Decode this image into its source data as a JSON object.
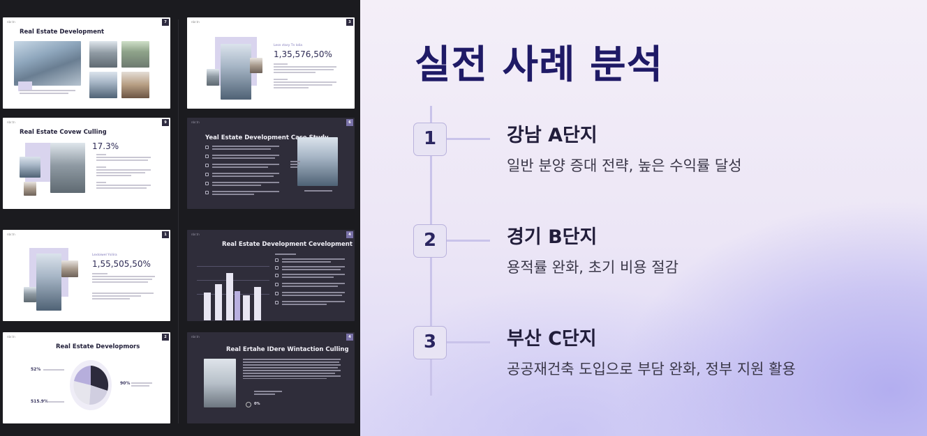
{
  "slides": [
    {
      "title": "Real Estate Development",
      "number": "7"
    },
    {
      "number": "3",
      "stat_label": "Lesn ctary Tn lolia",
      "stat": "1,35,576,50%"
    },
    {
      "title": "Real Estate Covew Culling",
      "number": "9",
      "stat": "17.3%"
    },
    {
      "title": "Yeal Estate Development Case Study",
      "number": "6"
    },
    {
      "number": "1",
      "stat_label": "Lexloiwel Ysilira",
      "stat": "1,55,505,50%"
    },
    {
      "title": "Real Estate Development Cevelopment",
      "number": "4"
    },
    {
      "title": "Real Estate Developmors",
      "number": "2",
      "pct1": "52%",
      "pct2": "90%",
      "pct3": "515.9%"
    },
    {
      "title": "Real Ertahe IDere Wintaction Culling",
      "number": "4",
      "stat": "0%"
    }
  ],
  "right": {
    "heading": "실전 사례 분석",
    "steps": [
      {
        "num": "1",
        "title": "강남 A단지",
        "desc": "일반 분양 증대 전략, 높은 수익률 달성"
      },
      {
        "num": "2",
        "title": "경기 B단지",
        "desc": "용적률 완화, 초기 비용 절감"
      },
      {
        "num": "3",
        "title": "부산 C단지",
        "desc": "공공재건축 도입으로 부담 완화, 정부 지원 활용"
      }
    ]
  },
  "colors": {
    "accent": "#1f1a66",
    "timeline": "#c9c3ea",
    "dark_slide": "#2f2d3a"
  }
}
